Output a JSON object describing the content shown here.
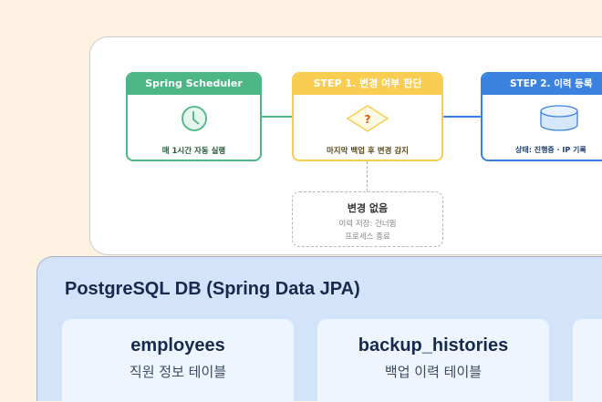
{
  "scheduler": {
    "title": "Spring Scheduler",
    "label": "매 1시간 자동 실행",
    "icon": "clock-icon",
    "color": "#4cb784"
  },
  "step1": {
    "title": "STEP 1. 변경 여부 판단",
    "label": "마지막 백업 후 변경 감지",
    "icon": "question-diamond-icon",
    "color": "#f8cd52"
  },
  "step2": {
    "title": "STEP 2. 이력 등록",
    "label": "상태: 진행중 · IP 기록",
    "icon": "database-icon",
    "color": "#3b82e0"
  },
  "no_change": {
    "title": "변경 없음",
    "line1": "이력 저장: 건너뜀",
    "line2": "프로세스 종료"
  },
  "db": {
    "title": "PostgreSQL DB (Spring Data JPA)",
    "tables": [
      {
        "name": "employees",
        "desc": "직원 정보 테이블"
      },
      {
        "name": "backup_histories",
        "desc": "백업 이력 테이블"
      }
    ]
  }
}
